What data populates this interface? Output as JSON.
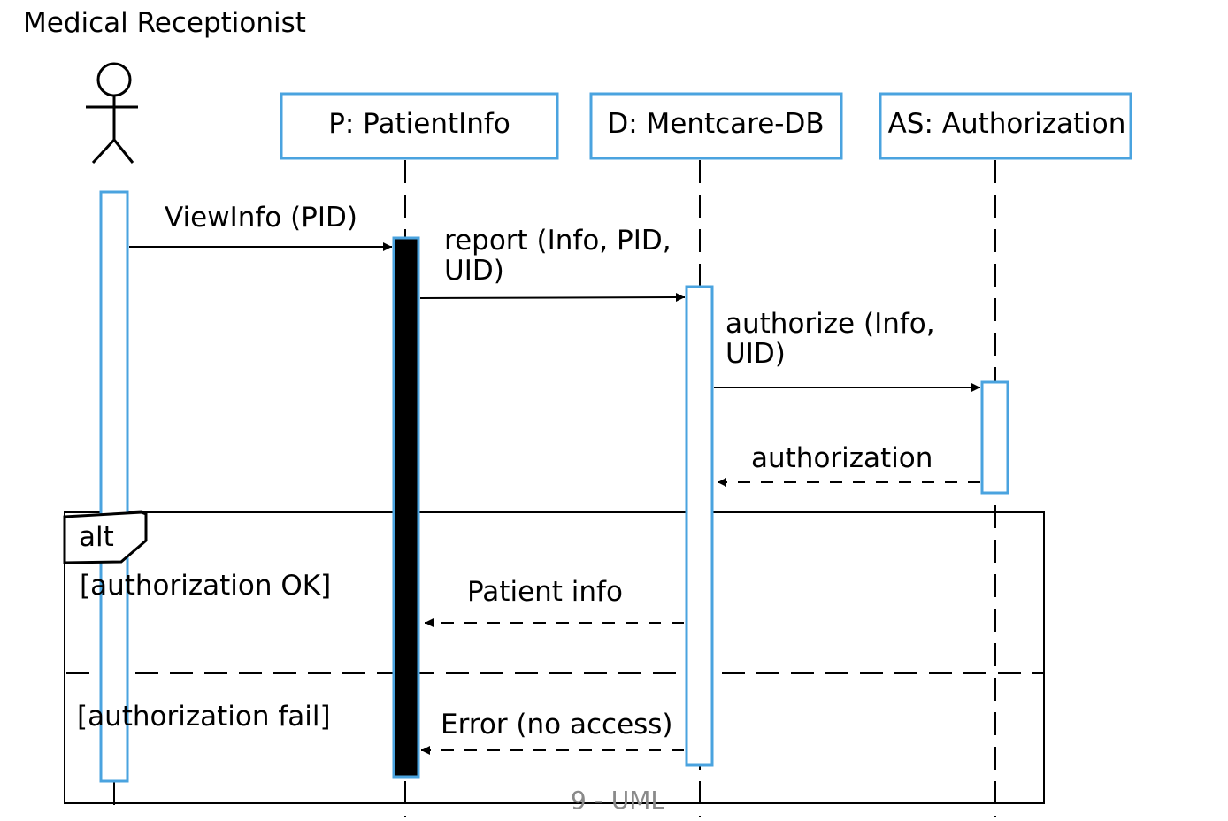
{
  "actor": {
    "label": "Medical Receptionist"
  },
  "lifelines": [
    {
      "id": "patientinfo",
      "label": "P: PatientInfo"
    },
    {
      "id": "mentcare_db",
      "label": "D: Mentcare-DB"
    },
    {
      "id": "authorization",
      "label": "AS: Authorization"
    }
  ],
  "messages": {
    "viewinfo": {
      "label": "ViewInfo (PID)"
    },
    "report": {
      "line1": "report (Info, PID,",
      "line2": "UID)"
    },
    "authorize": {
      "line1": "authorize (Info,",
      "line2": "UID)"
    },
    "authorization": {
      "label": "authorization"
    },
    "patient_info": {
      "label": "Patient info"
    },
    "error": {
      "label": "Error (no access)"
    }
  },
  "fragment": {
    "operator": "alt",
    "guard_ok": "[authorization OK]",
    "guard_fail": "[authorization fail]"
  },
  "colors": {
    "accent": "#4aa3df",
    "activation_fill": "#000000",
    "line": "#000000"
  },
  "footer": {
    "text": "9 - UML"
  }
}
